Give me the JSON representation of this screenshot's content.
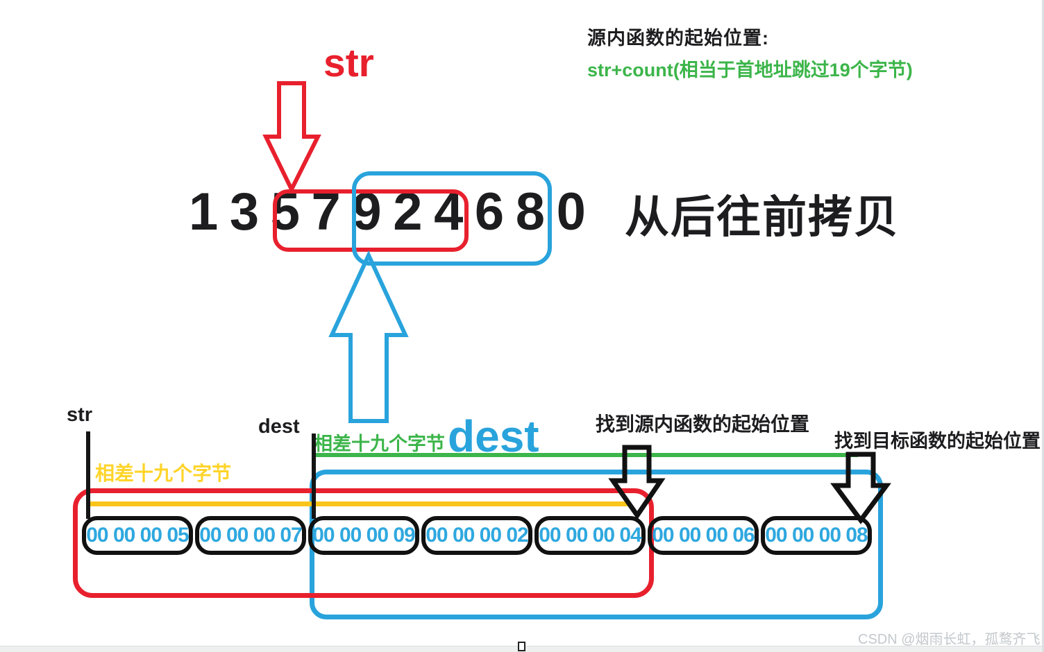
{
  "annotation": {
    "source_note_title": "源内函数的起始位置:",
    "source_note_formula": "str+count(相当于首地址跳过19个字节)",
    "copy_direction": "从后往前拷贝"
  },
  "array_view": {
    "str_pointer_label": "str",
    "digits": [
      "1",
      "3",
      "5",
      "7",
      "9",
      "2",
      "4",
      "6",
      "8",
      "0"
    ]
  },
  "memory_view": {
    "str_label": "str",
    "dest_label": "dest",
    "dest_big_label": "dest",
    "yellow_gap_label": "相差十九个字节",
    "green_gap_label": "相差十九个字节",
    "find_source_label": "找到源内函数的起始位置",
    "find_dest_label": "找到目标函数的起始位置",
    "bytes": [
      "00 00 00 05",
      "00 00 00 07",
      "00 00 00 09",
      "00 00 00 02",
      "00 00 00 04",
      "00 00 00 06",
      "00 00 00 08"
    ]
  },
  "watermark": "CSDN @烟雨长虹，孤鹜齐飞",
  "colors": {
    "red": "#e8202d",
    "blue": "#29a3dc",
    "green": "#3cb54a",
    "yellow": "#f9c51a",
    "byte_text": "#2fa8df",
    "ink": "#1d1d1f"
  }
}
